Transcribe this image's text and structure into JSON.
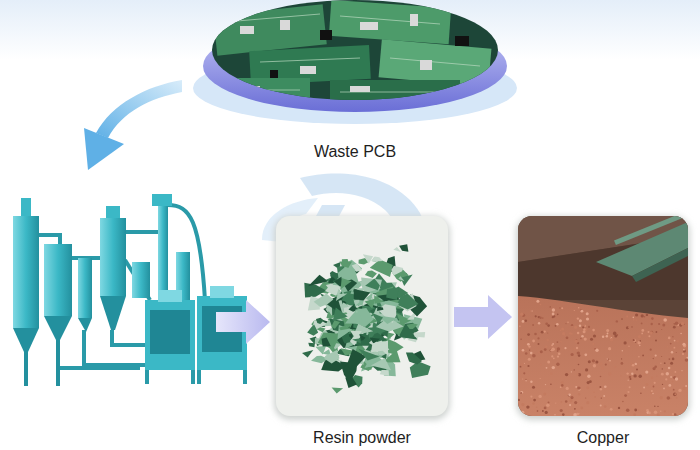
{
  "diagram": {
    "nodes": [
      {
        "text": [
          "Waste PCB"
        ]
      },
      {
        "text": [
          "Resin powder"
        ]
      },
      {
        "text": [
          "Copper"
        ]
      }
    ],
    "edges": [
      {
        "from": 1,
        "to": 2,
        "arrow": "to"
      }
    ]
  }
}
